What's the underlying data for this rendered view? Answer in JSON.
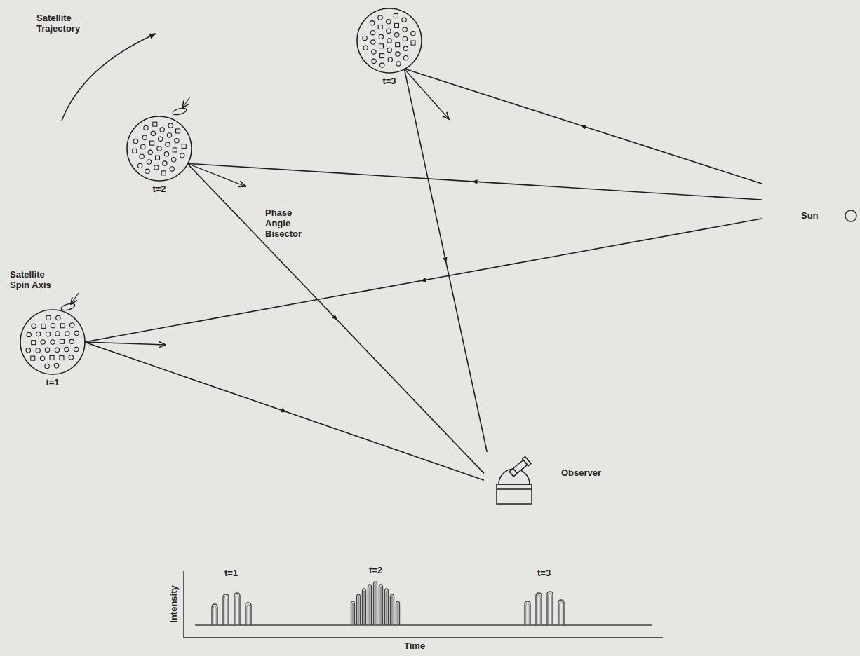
{
  "diagram": {
    "nodes": [
      {
        "text": [
          "t=3"
        ]
      },
      {
        "text": [
          "t=2"
        ]
      },
      {
        "text": [
          "Sun"
        ]
      },
      {
        "text": [
          "t=1"
        ]
      },
      {
        "text": [
          "Observer"
        ]
      }
    ],
    "edges": [
      {
        "from": 2,
        "to": 0,
        "arrow": "to"
      },
      {
        "from": 0,
        "to": 4,
        "arrow": "to"
      },
      {
        "from": 2,
        "to": 1,
        "arrow": "to"
      },
      {
        "from": 1,
        "to": 4,
        "arrow": "to"
      },
      {
        "from": 2,
        "to": 3,
        "arrow": "to"
      },
      {
        "from": 3,
        "to": 4,
        "arrow": "to"
      }
    ],
    "labels": [
      "Satellite Trajectory",
      "Phase Angle Bisector",
      "Satellite Spin Axis",
      "t=1",
      "t=2",
      "t=3",
      "Intensity",
      "Time"
    ]
  }
}
